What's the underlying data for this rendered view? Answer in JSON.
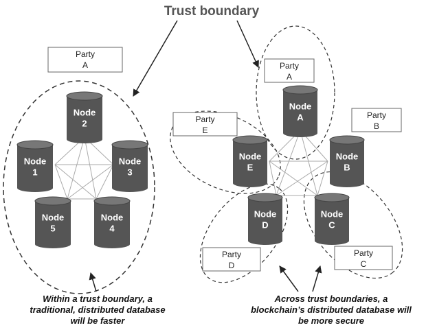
{
  "title": "Trust boundary",
  "left": {
    "party": {
      "name": "Party",
      "letter": "A"
    },
    "nodes": [
      {
        "label": "Node",
        "id": "2"
      },
      {
        "label": "Node",
        "id": "1"
      },
      {
        "label": "Node",
        "id": "3"
      },
      {
        "label": "Node",
        "id": "5"
      },
      {
        "label": "Node",
        "id": "4"
      }
    ],
    "caption": [
      "Within a trust boundary, a",
      "traditional, distributed database",
      "will be faster"
    ]
  },
  "right": {
    "parties": [
      {
        "name": "Party",
        "letter": "A"
      },
      {
        "name": "Party",
        "letter": "B"
      },
      {
        "name": "Party",
        "letter": "E"
      },
      {
        "name": "Party",
        "letter": "D"
      },
      {
        "name": "Party",
        "letter": "C"
      }
    ],
    "nodes": [
      {
        "label": "Node",
        "id": "A"
      },
      {
        "label": "Node",
        "id": "E"
      },
      {
        "label": "Node",
        "id": "B"
      },
      {
        "label": "Node",
        "id": "D"
      },
      {
        "label": "Node",
        "id": "C"
      }
    ],
    "caption": [
      "Across trust boundaries, a",
      "blockchain’s distributed database will",
      "be more secure"
    ]
  },
  "colors": {
    "cylinder_body": "#555555",
    "cylinder_top": "#777777",
    "mesh_line": "#aaaaaa",
    "boundary": "#333333",
    "arrow": "#222222"
  }
}
